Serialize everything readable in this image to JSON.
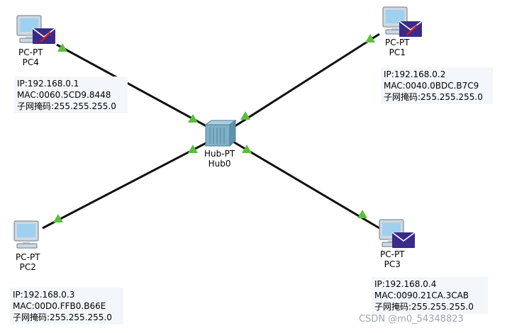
{
  "colors": {
    "link": "#111111",
    "port": "#5bbf3c",
    "envelope": "#3a2b8a",
    "monitor": "#cfd8e0",
    "screen": "#9fd0ef",
    "hub": "#7fb0c8",
    "info_bg": "#f3f6fa"
  },
  "devices": [
    {
      "id": "pc4",
      "type": "PC-PT",
      "name": "PC4",
      "icon": "desktop-pc-icon",
      "envelope": true,
      "envelope_mark": true
    },
    {
      "id": "pc1",
      "type": "PC-PT",
      "name": "PC1",
      "icon": "desktop-pc-icon",
      "envelope": true,
      "envelope_mark": true
    },
    {
      "id": "pc2",
      "type": "PC-PT",
      "name": "PC2",
      "icon": "desktop-pc-icon",
      "envelope": false
    },
    {
      "id": "pc3",
      "type": "PC-PT",
      "name": "PC3",
      "icon": "desktop-pc-icon",
      "envelope": true,
      "envelope_mark": false
    },
    {
      "id": "hub0",
      "type": "Hub-PT",
      "name": "Hub0",
      "icon": "hub-icon"
    }
  ],
  "info": {
    "pc4": {
      "ip": "IP:192.168.0.1",
      "mac": "MAC:0060.5CD9.8448",
      "mask": "子网掩码:255.255.255.0"
    },
    "pc1": {
      "ip": "IP:192.168.0.2",
      "mac": "MAC:0040.0BDC.B7C9",
      "mask": "子网掩码:255.255.255.0"
    },
    "pc2": {
      "ip": "IP:192.168.0.3",
      "mac": "MAC:00D0.FFB0.B66E",
      "mask": "子网掩码:255.255.255.0"
    },
    "pc3": {
      "ip": "IP:192.168.0.4",
      "mac": "MAC:0090.21CA.3CAB",
      "mask": "子网掩码:255.255.255.0"
    }
  },
  "links": [
    {
      "from": "pc4",
      "to": "hub0"
    },
    {
      "from": "pc1",
      "to": "hub0"
    },
    {
      "from": "pc2",
      "to": "hub0"
    },
    {
      "from": "pc3",
      "to": "hub0"
    }
  ],
  "watermark": "CSDN @m0_54348823"
}
